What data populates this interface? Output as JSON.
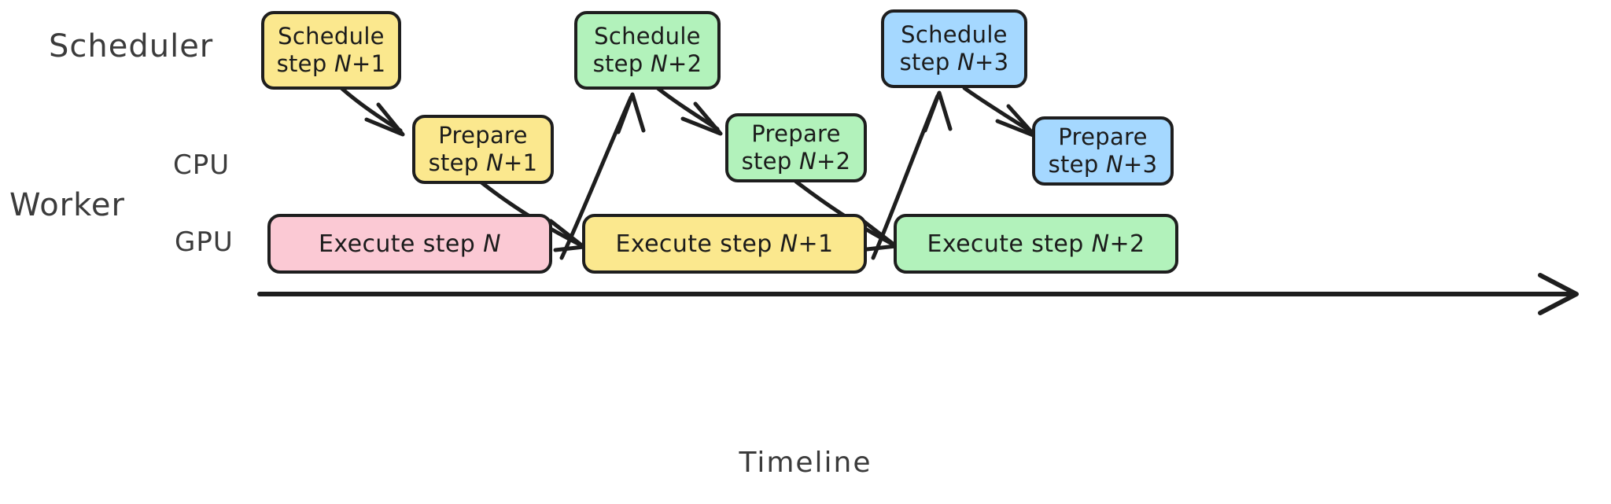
{
  "diagram": {
    "title_caption": "Timeline",
    "lanes": [
      {
        "id": "scheduler",
        "label": "Scheduler"
      },
      {
        "id": "worker",
        "label": "Worker"
      },
      {
        "id": "cpu",
        "label": "CPU"
      },
      {
        "id": "gpu",
        "label": "GPU"
      }
    ],
    "colors": {
      "yellow_fill": "#FBE88E",
      "green_fill": "#B2F2BB",
      "blue_fill": "#A5D8FF",
      "pink_fill": "#FBC9D4",
      "stroke": "#1E1E1E",
      "text": "#1B1B1B",
      "label_text": "#3B3B3B",
      "background": "#FFFFFF"
    },
    "schedule_nodes": [
      {
        "line1": "Schedule",
        "line2_prefix": "step ",
        "line2_var": "N",
        "line2_suffix": "+1",
        "color": "yellow"
      },
      {
        "line1": "Schedule",
        "line2_prefix": "step ",
        "line2_var": "N",
        "line2_suffix": "+2",
        "color": "green"
      },
      {
        "line1": "Schedule",
        "line2_prefix": "step ",
        "line2_var": "N",
        "line2_suffix": "+3",
        "color": "blue"
      }
    ],
    "prepare_nodes": [
      {
        "line1": "Prepare",
        "line2_prefix": "step ",
        "line2_var": "N",
        "line2_suffix": "+1",
        "color": "yellow"
      },
      {
        "line1": "Prepare",
        "line2_prefix": "step ",
        "line2_var": "N",
        "line2_suffix": "+2",
        "color": "green"
      },
      {
        "line1": "Prepare",
        "line2_prefix": "step ",
        "line2_var": "N",
        "line2_suffix": "+3",
        "color": "blue"
      }
    ],
    "execute_bars": [
      {
        "prefix": "Execute step ",
        "var": "N",
        "suffix": "",
        "color": "pink"
      },
      {
        "prefix": "Execute step ",
        "var": "N",
        "suffix": "+1",
        "color": "yellow"
      },
      {
        "prefix": "Execute step ",
        "var": "N",
        "suffix": "+2",
        "color": "green"
      }
    ],
    "arrows": [
      {
        "from": "schedule-node-1",
        "to": "prepare-node-1",
        "direction": "down-right"
      },
      {
        "from": "prepare-node-1",
        "to": "execute-bar-2",
        "direction": "down-right"
      },
      {
        "from": "execute-bar-1",
        "to": "schedule-node-2",
        "direction": "up-right"
      },
      {
        "from": "schedule-node-2",
        "to": "prepare-node-2",
        "direction": "down-right"
      },
      {
        "from": "prepare-node-2",
        "to": "execute-bar-3",
        "direction": "down-right"
      },
      {
        "from": "execute-bar-2",
        "to": "schedule-node-3",
        "direction": "up-right"
      },
      {
        "from": "schedule-node-3",
        "to": "prepare-node-3",
        "direction": "down-right"
      }
    ],
    "timeline_axis": {
      "label": "Timeline",
      "direction": "left-to-right",
      "arrowhead": "right"
    }
  }
}
